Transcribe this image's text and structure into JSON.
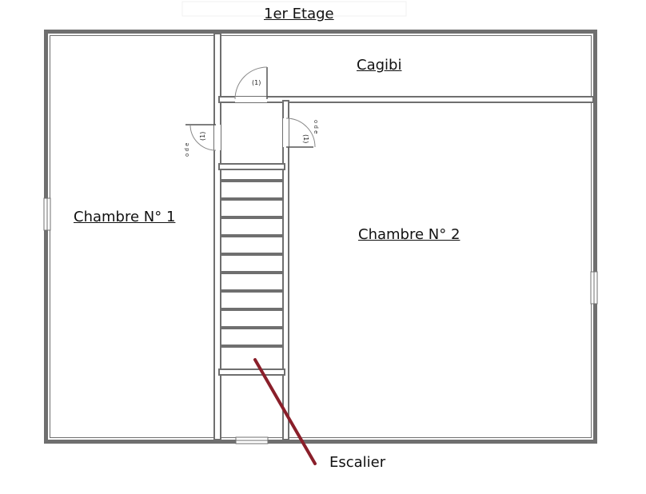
{
  "plan": {
    "title": "1er Etage",
    "rooms": {
      "chambre1": "Chambre N° 1",
      "chambre2": "Chambre N° 2",
      "cagibi": "Cagibi"
    },
    "stair_label": "Escalier",
    "door_marks": [
      "(1)",
      "(1)",
      "(1)"
    ],
    "door_ode": "o d e"
  },
  "colors": {
    "wall": "#6f6f6f",
    "wall_inner": "#ffffff",
    "stair_line": "#8a1f2a",
    "text": "#111111"
  }
}
